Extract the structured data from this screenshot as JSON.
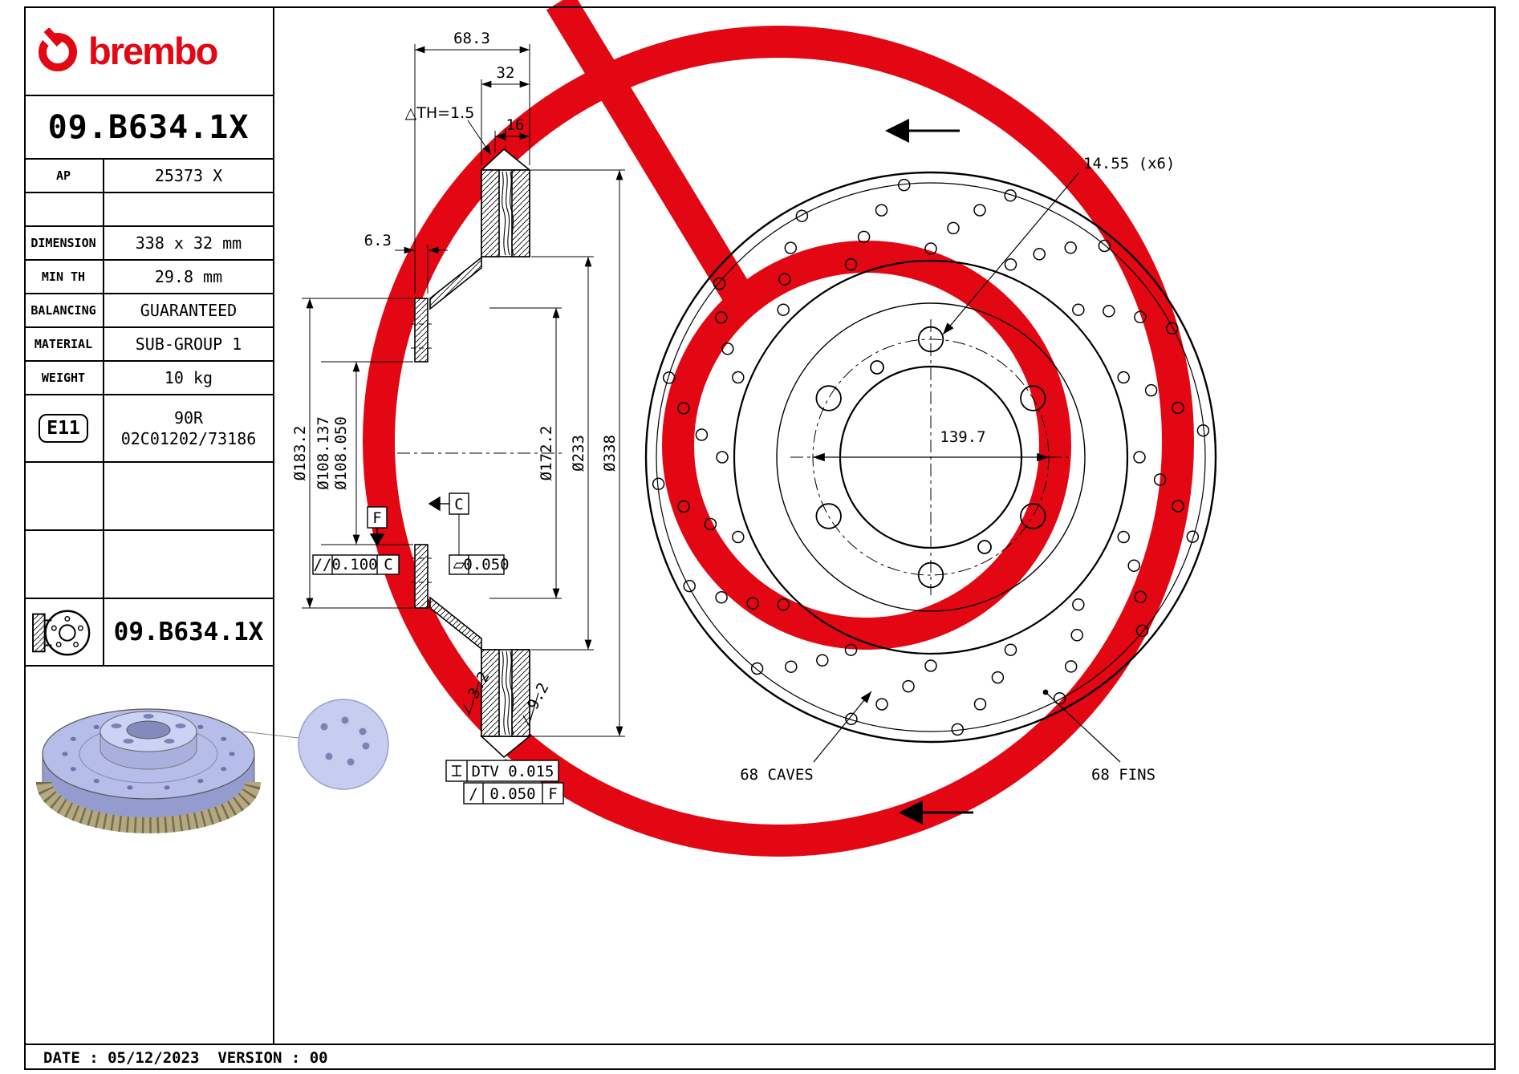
{
  "header": {
    "brand": "brembo",
    "part_number": "09.B634.1X"
  },
  "spec_table": {
    "rows": [
      {
        "label": "AP",
        "value": "25373 X"
      },
      {
        "label": "",
        "value": ""
      },
      {
        "label": "DIMENSION",
        "value": "338 x 32 mm"
      },
      {
        "label": "MIN TH",
        "value": "29.8 mm"
      },
      {
        "label": "BALANCING",
        "value": "GUARANTEED"
      },
      {
        "label": "MATERIAL",
        "value": "SUB-GROUP 1"
      },
      {
        "label": "WEIGHT",
        "value": "10 kg"
      }
    ],
    "approval": {
      "badge": "E11",
      "line1": "90R",
      "line2": "02C01202/73186"
    },
    "disc_row_part_number": "09.B634.1X"
  },
  "section_view": {
    "dim_total_width": "68.3",
    "dim_band_width": "32",
    "dim_th": "△TH=1.5",
    "dim_outboard": "16",
    "dim_flange_thickness": "6.3",
    "dia_183": "Ø183.2",
    "dia_108_max": "Ø108.137",
    "dia_108_min": "Ø108.050",
    "dia_172": "Ø172.2",
    "dia_233": "Ø233",
    "dia_338": "Ø338",
    "datum_c": "C",
    "datum_f": "F",
    "fcf_parallelism": {
      "symbol": "//",
      "value": "0.100",
      "datum": "C"
    },
    "fcf_flatness": {
      "symbol": "▱",
      "value": "0.050"
    },
    "dtv": "DTV 0.015",
    "runout": {
      "symbol": "/",
      "value": "0.050",
      "datum": "F"
    },
    "roughness_1": "3.2",
    "roughness_2": "9.2"
  },
  "front_view": {
    "dim_bolt_holes": "14.55 (x6)",
    "dim_bolt_circle": "139.7",
    "label_caves": "68 CAVES",
    "label_fins": "68 FINS"
  },
  "footer": {
    "text": "DATE : 05/12/2023  VERSION : 00"
  },
  "colors": {
    "brand_red": "#e30613"
  }
}
